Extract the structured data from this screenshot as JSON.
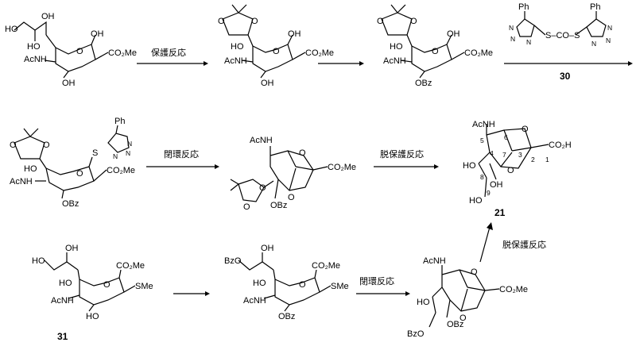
{
  "colors": {
    "ink": "#000000",
    "background": "#ffffff"
  },
  "reaction_conditions": {
    "step1": "保護反応",
    "step4": "閉環反応",
    "step5": "脱保護反応",
    "route2_cyclization": "閉環反応",
    "route2_deprotection": "脱保護反応"
  },
  "compound_ids": {
    "reagent": "30",
    "product": "21",
    "start2": "31"
  },
  "labels": {
    "HO": "HO",
    "OH": "OH",
    "AcNH": "AcNH",
    "CO2Me": "CO₂Me",
    "CO2H": "CO₂H",
    "OBz": "OBz",
    "BzO": "BzO",
    "Bz": "Bz",
    "SMe": "SMe",
    "S": "S",
    "O": "O",
    "Ph": "Ph",
    "N": "N",
    "thioester": "S–CO–S"
  },
  "atom_numbers": [
    "1",
    "2",
    "3",
    "4",
    "5",
    "6",
    "7",
    "8",
    "9"
  ]
}
